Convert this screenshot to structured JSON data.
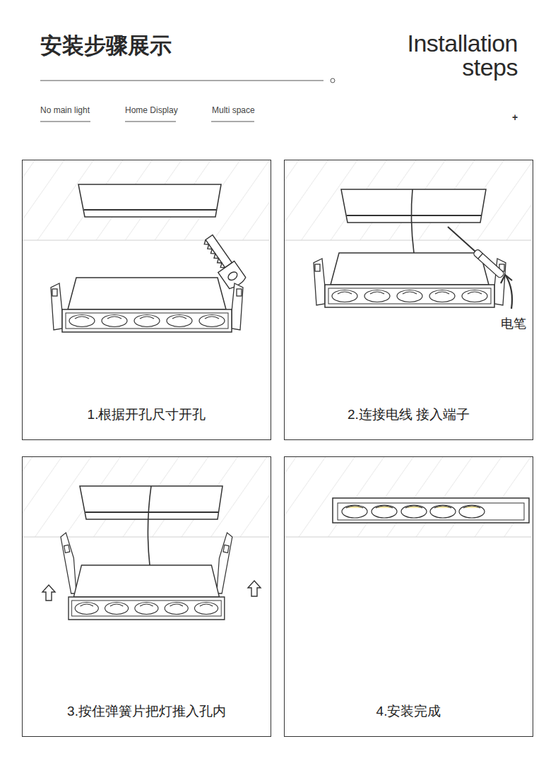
{
  "diagram": {
    "title": "安装步骤展示",
    "nodes": [
      {
        "text": [
          "1.根据开孔尺寸开孔"
        ]
      },
      {
        "text": [
          "2.连接电线 接入端子"
        ]
      },
      {
        "text": [
          "3.按住弹簧片把灯推入孔内"
        ]
      },
      {
        "text": [
          "4.安装完成"
        ]
      }
    ],
    "labels": [
      "Installation steps",
      "No main light",
      "Home Display",
      "Multi space",
      "+",
      "电笔"
    ]
  }
}
